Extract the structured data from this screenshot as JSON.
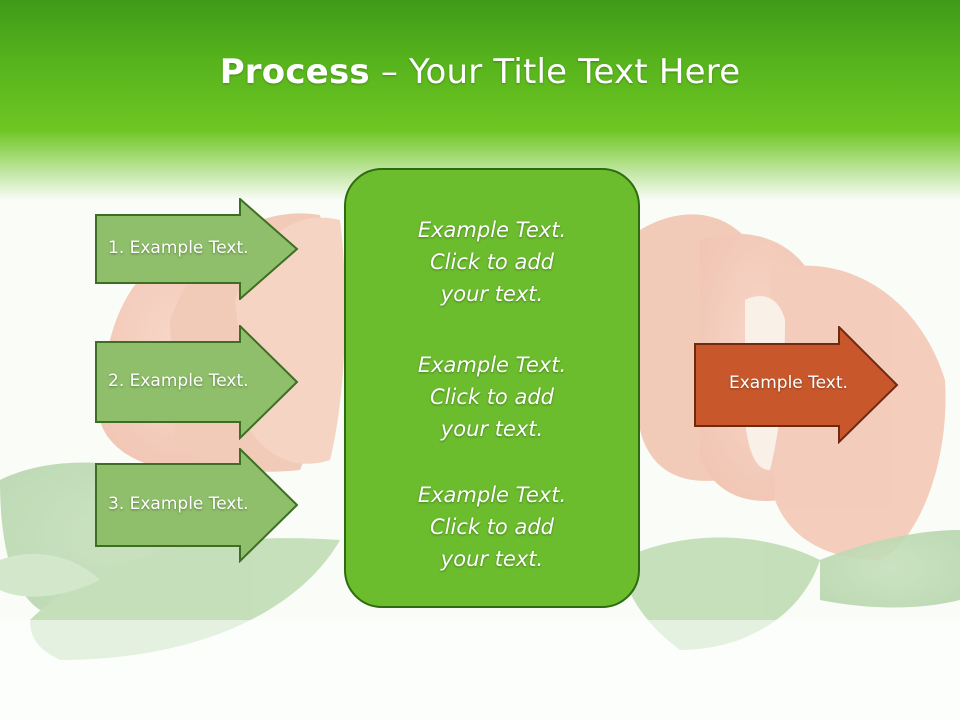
{
  "slide": {
    "title_bold": "Process",
    "title_rest": " – Your Title Text Here"
  },
  "left_arrows": [
    {
      "label": "1. Example Text."
    },
    {
      "label": "2. Example Text."
    },
    {
      "label": "3. Example Text."
    }
  ],
  "center_box": {
    "blocks": [
      {
        "line1": "Example Text.",
        "line2": "Click  to add",
        "line3": "your text."
      },
      {
        "line1": "Example Text.",
        "line2": "Click  to add",
        "line3": "your text."
      },
      {
        "line1": "Example Text.",
        "line2": "Click  to add",
        "line3": "your text."
      }
    ]
  },
  "right_arrow": {
    "label": "Example Text."
  },
  "colors": {
    "header_green": "#5fbb1f",
    "arrow_green": "#8fbf6a",
    "box_green": "#6cbd2e",
    "accent_orange": "#c8582c"
  }
}
